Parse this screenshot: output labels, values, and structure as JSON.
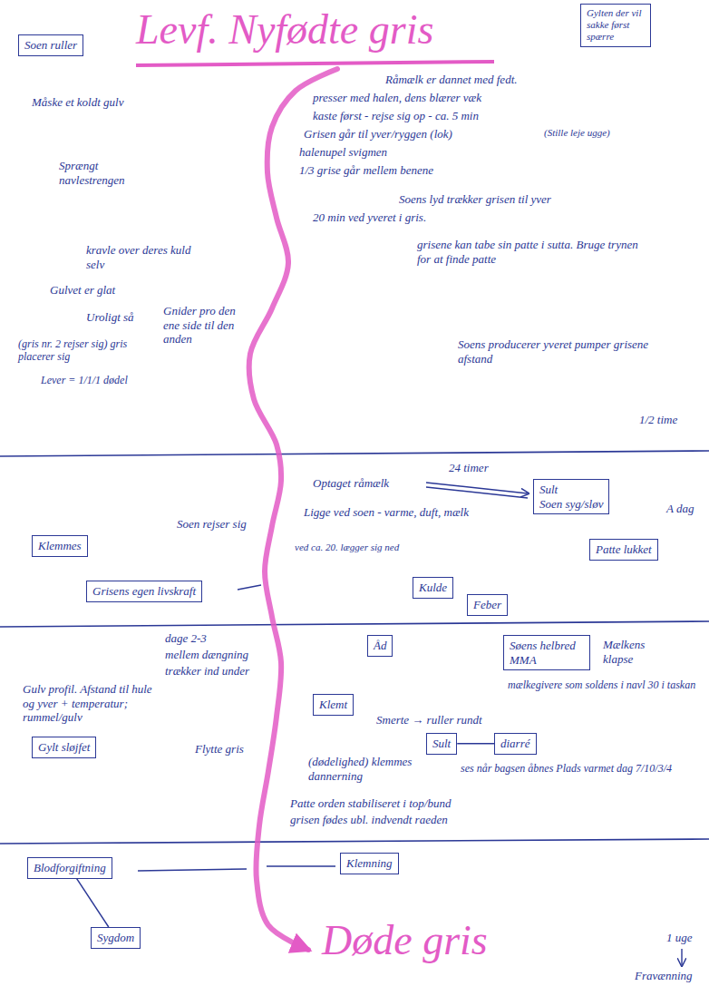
{
  "diagram": {
    "title": "Levf. Nyfødte gris",
    "nodes": [
      {
        "text": [
          "Soen ruller"
        ]
      },
      {
        "text": [
          "Gylten der vil sakke først spærre"
        ]
      },
      {
        "text": [
          "Sult",
          "Soen syg/sløv"
        ]
      },
      {
        "text": [
          "Klemmes"
        ]
      },
      {
        "text": [
          "Patte lukket"
        ]
      },
      {
        "text": [
          "Grisens egen livskraft"
        ]
      },
      {
        "text": [
          "Kulde"
        ]
      },
      {
        "text": [
          "Feber"
        ]
      },
      {
        "text": [
          "Åd"
        ]
      },
      {
        "text": [
          "Søens helbred MMA"
        ]
      },
      {
        "text": [
          "Klemt"
        ]
      },
      {
        "text": [
          "Sult"
        ]
      },
      {
        "text": [
          "diarré"
        ]
      },
      {
        "text": [
          "Gylt sløjfet"
        ]
      },
      {
        "text": [
          "Blodforgiftning"
        ]
      },
      {
        "text": [
          "Klemning"
        ]
      },
      {
        "text": [
          "Sygdom"
        ]
      }
    ],
    "edges": [
      {
        "from": 11,
        "to": 12,
        "arrow": "none"
      },
      {
        "from": 16,
        "to": 14,
        "arrow": "none"
      }
    ],
    "labels": [
      "Måske et koldt gulv",
      "Råmælk er dannet med fedt.",
      "presser med halen, dens blærer væk",
      "kaste først - rejse sig op - ca. 5 min",
      "Sprængt navlestrengen",
      "Grisen går til yver/ryggen (lok)",
      "(Stille leje ugge)",
      "halenupel svigmen",
      "1/3 grise går mellem benene",
      "Soens lyd trækker grisen til yver",
      "20 min ved yveret i gris.",
      "kravle over deres kuld selv",
      "grisene kan tabe sin patte i sutta. Bruge trynen for at finde patte",
      "Gulvet er glat",
      "Uroligt så",
      "Gnider pro den ene side til den anden",
      "(gris nr. 2 rejser sig) gris placerer sig",
      "Lever = 1/1/1 dødel",
      "Soens producerer yveret pumper grisene afstand",
      "1/2 time",
      "24 timer",
      "Optaget råmælk",
      "A dag",
      "Soen rejser sig",
      "Ligge ved soen - varme, duft, mælk",
      "ved ca. 20. lægger sig ned",
      "dage 2-3",
      "mellem dængning",
      "trækker ind under",
      "Gulv profil. Afstand til hule og yver + temperatur; rummel/gulv",
      "Mælkens klapse",
      "mælkegivere som soldens i navl 30 i taskan",
      "Smerte → ruller rundt",
      "(dødelighed) klemmes dannerning",
      "ses når bagsen åbnes Plads varmet dag 7/10/3/4",
      "Flytte gris",
      "Patte orden stabiliseret i top/bund",
      "grisen fødes ubl. indvendt raeden",
      "Døde gris",
      "1 uge",
      "Fravænning"
    ]
  }
}
